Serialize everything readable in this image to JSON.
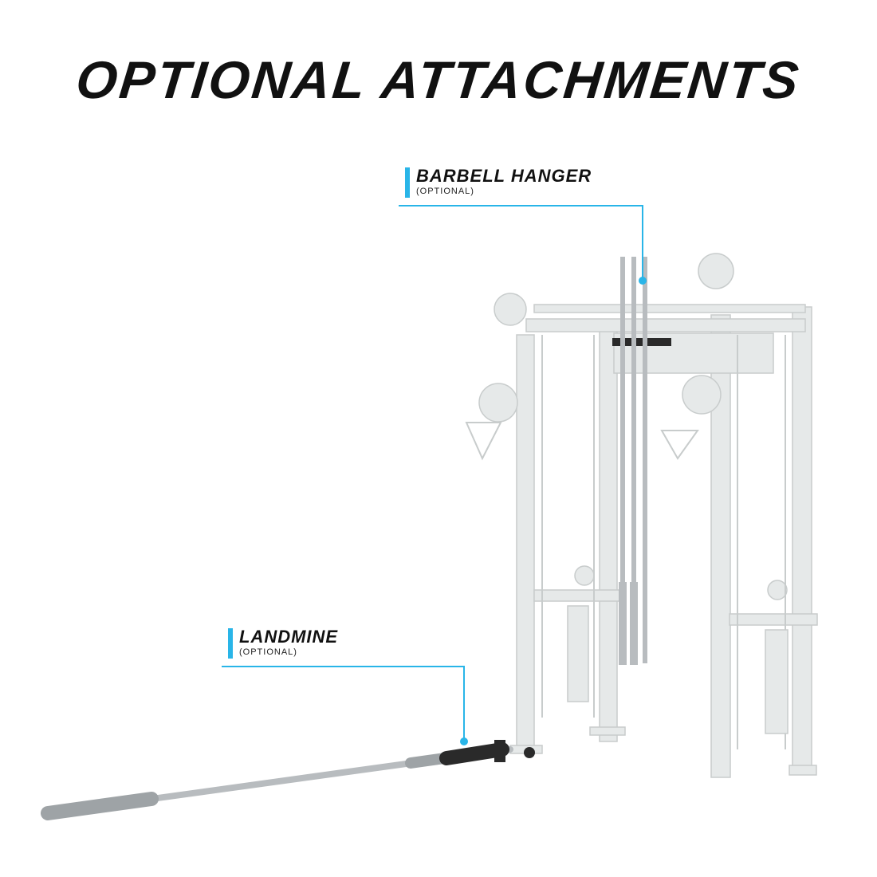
{
  "title": "OPTIONAL ATTACHMENTS",
  "callouts": {
    "barbell_hanger": {
      "label": "BARBELL HANGER",
      "note": "(OPTIONAL)"
    },
    "landmine": {
      "label": "LANDMINE",
      "note": "(OPTIONAL)"
    }
  },
  "colors": {
    "accent": "#29b5e8",
    "rack": "#e6e9e9",
    "rack_edge": "#c8cccc",
    "steel": "#b8bcbf",
    "dark": "#2a2a2a"
  }
}
